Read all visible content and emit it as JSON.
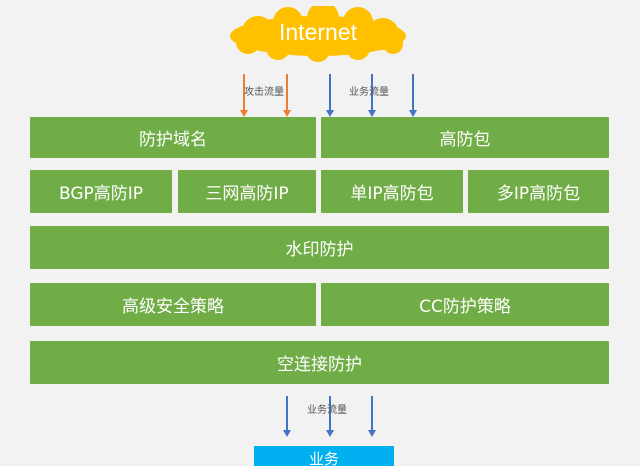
{
  "internet": {
    "label": "Internet"
  },
  "flows": {
    "attack_label": "攻击流量",
    "business_label_top": "业务流量",
    "business_label_bottom": "业务流量"
  },
  "rows": {
    "row1": {
      "left": "防护域名",
      "right": "高防包"
    },
    "row2": {
      "items": [
        "BGP高防IP",
        "三网高防IP",
        "单IP高防包",
        "多IP高防包"
      ]
    },
    "row3": {
      "full": "水印防护"
    },
    "row4": {
      "left": "高级安全策略",
      "right": "CC防护策略"
    },
    "row5": {
      "full": "空连接防护"
    }
  },
  "server": {
    "label": "业务"
  },
  "colors": {
    "box_green": "#70ad47",
    "cloud_yellow": "#ffc000",
    "attack_arrow": "#ed7d31",
    "business_arrow": "#4472c4",
    "server_blue": "#00b0f0"
  }
}
